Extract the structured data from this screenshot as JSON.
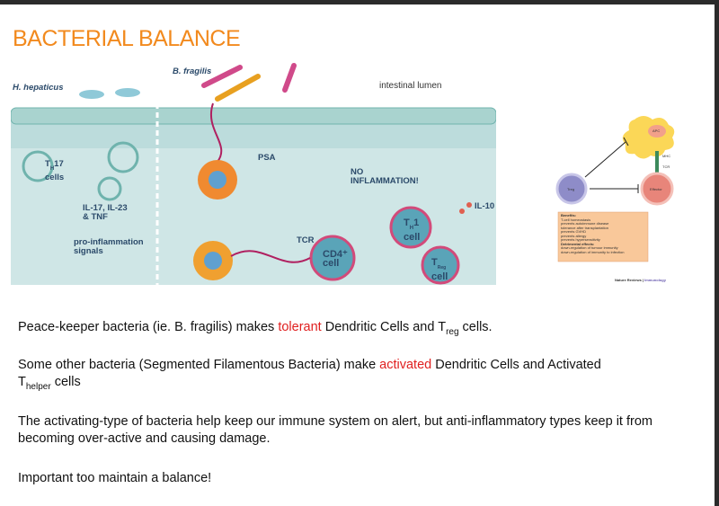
{
  "slide": {
    "title": "BACTERIAL BALANCE",
    "figure_left": {
      "labels": {
        "h_hepaticus": "H. hepaticus",
        "b_fragilis": "B. fragilis",
        "lumen": "intestinal lumen",
        "th17": "T",
        "th17_sub": "H",
        "th17_num": "17",
        "cells": "cells",
        "il": "IL-17, IL-23",
        "tnf": "& TNF",
        "pro1": "pro-inflammation",
        "pro2": "signals",
        "psa": "PSA",
        "no1": "NO",
        "no2": "INFLAMMATION!",
        "il10": "IL-10",
        "tcr": "TCR",
        "cd4": "CD4⁺",
        "cd4cell": "cell",
        "th1": "T",
        "th1_sub": "H",
        "th1_num": "1",
        "th1cell": "cell",
        "treg": "T",
        "treg_sub": "Reg",
        "tregcell": "cell"
      }
    },
    "figure_right": {
      "apc": "APC",
      "mhc": "MHC",
      "tcr": "TCR",
      "treg": "Treg",
      "effector": "Effector",
      "benefits_title": "Benefits:",
      "benefits": [
        "T-cell homeostasis",
        "prevents autoimmune disease",
        "tolerance after transplantation",
        "prevents GVHD",
        "prevents allergy",
        "prevents hypersensitivity"
      ],
      "detrimental_title": "Detrimental effects:",
      "detrimental": [
        "down-regulation of tumour immunity",
        "down-regulation of immunity to infection"
      ],
      "credit_a": "Nature Reviews",
      "credit_sep": " | ",
      "credit_b": "Immunology"
    },
    "paragraphs": {
      "p1_a": "Peace-keeper bacteria (ie. B. fragilis) makes ",
      "p1_red": "tolerant",
      "p1_b": " Dendritic Cells and T",
      "p1_sub": "reg",
      "p1_c": " cells.",
      "p2_a": "Some other bacteria (Segmented Filamentous Bacteria) make ",
      "p2_red": "activated",
      "p2_b": " Dendritic Cells and Activated",
      "p2_c": "T",
      "p2_sub": "helper",
      "p2_d": " cells",
      "p3": "The activating-type of bacteria help keep our immune system on alert, but anti-inflammatory types keep it from becoming over-active and causing damage.",
      "p4": "Important too maintain a balance!"
    },
    "colors": {
      "title": "#f28a1e",
      "highlight": "#e02020"
    }
  }
}
